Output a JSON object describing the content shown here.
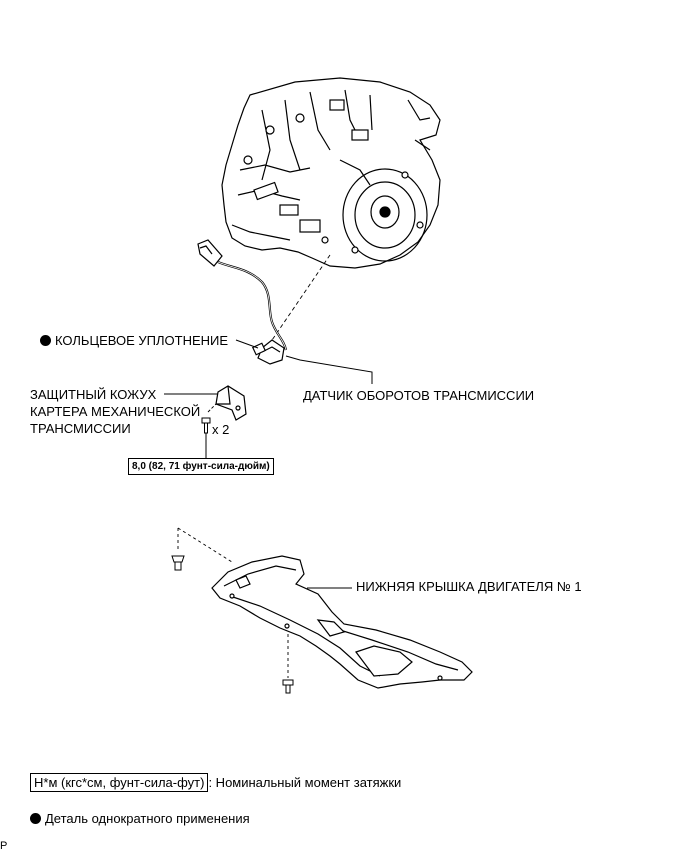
{
  "labels": {
    "o_ring": "КОЛЬЦЕВОЕ УПЛОТНЕНИЕ",
    "guard_line1": "ЗАЩИТНЫЙ КОЖУХ",
    "guard_line2": "КАРТЕРА МЕХАНИЧЕСКОЙ",
    "guard_line3": "ТРАНСМИССИИ",
    "bolt_qty": "x 2",
    "sensor": "ДАТЧИК ОБОРОТОВ ТРАНСМИССИИ",
    "torque": "8,0 (82, 71 фунт-сила-дюйм)",
    "engine_cover": "НИЖНЯЯ КРЫШКА ДВИГАТЕЛЯ № 1"
  },
  "legend": {
    "torque_unit": "Н*м (кгс*см, фунт-сила-фут)",
    "torque_desc": ": Номинальный момент затяжки",
    "non_reusable": "Деталь однократного применения"
  },
  "footer": {
    "code": "P"
  }
}
